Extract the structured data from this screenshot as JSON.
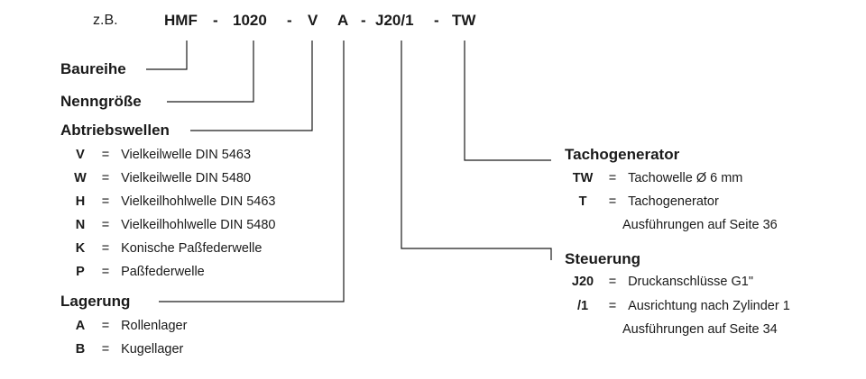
{
  "header": {
    "prefix": "z.B.",
    "parts": [
      "HMF",
      "-",
      "1020",
      "-",
      "V",
      "A",
      "-",
      "J20/1",
      "-",
      "TW"
    ]
  },
  "left": {
    "baureihe": "Baureihe",
    "nenngroesse": "Nenngröße",
    "abtriebswellen": {
      "title": "Abtriebswellen",
      "items": [
        {
          "code": "V",
          "sep": "=",
          "desc": "Vielkeilwelle DIN 5463"
        },
        {
          "code": "W",
          "sep": "=",
          "desc": "Vielkeilwelle DIN 5480"
        },
        {
          "code": "H",
          "sep": "=",
          "desc": "Vielkeilhohlwelle DIN 5463"
        },
        {
          "code": "N",
          "sep": "=",
          "desc": "Vielkeilhohlwelle DIN 5480"
        },
        {
          "code": "K",
          "sep": "=",
          "desc": "Konische Paßfederwelle"
        },
        {
          "code": "P",
          "sep": "=",
          "desc": "Paßfederwelle"
        }
      ]
    },
    "lagerung": {
      "title": "Lagerung",
      "items": [
        {
          "code": "A",
          "sep": "=",
          "desc": "Rollenlager"
        },
        {
          "code": "B",
          "sep": "=",
          "desc": "Kugellager"
        }
      ]
    }
  },
  "right": {
    "tachogenerator": {
      "title": "Tachogenerator",
      "items": [
        {
          "code": "TW",
          "sep": "=",
          "desc": "Tachowelle Ø 6 mm"
        },
        {
          "code": "T",
          "sep": "=",
          "desc": "Tachogenerator"
        }
      ],
      "note": "Ausführungen auf Seite 36"
    },
    "steuerung": {
      "title": "Steuerung",
      "items": [
        {
          "code": "J20",
          "sep": "=",
          "desc": "Druckanschlüsse G1\""
        },
        {
          "code": "/1",
          "sep": "=",
          "desc": "Ausrichtung nach Zylinder 1"
        }
      ],
      "note": "Ausführungen auf Seite 34"
    }
  }
}
